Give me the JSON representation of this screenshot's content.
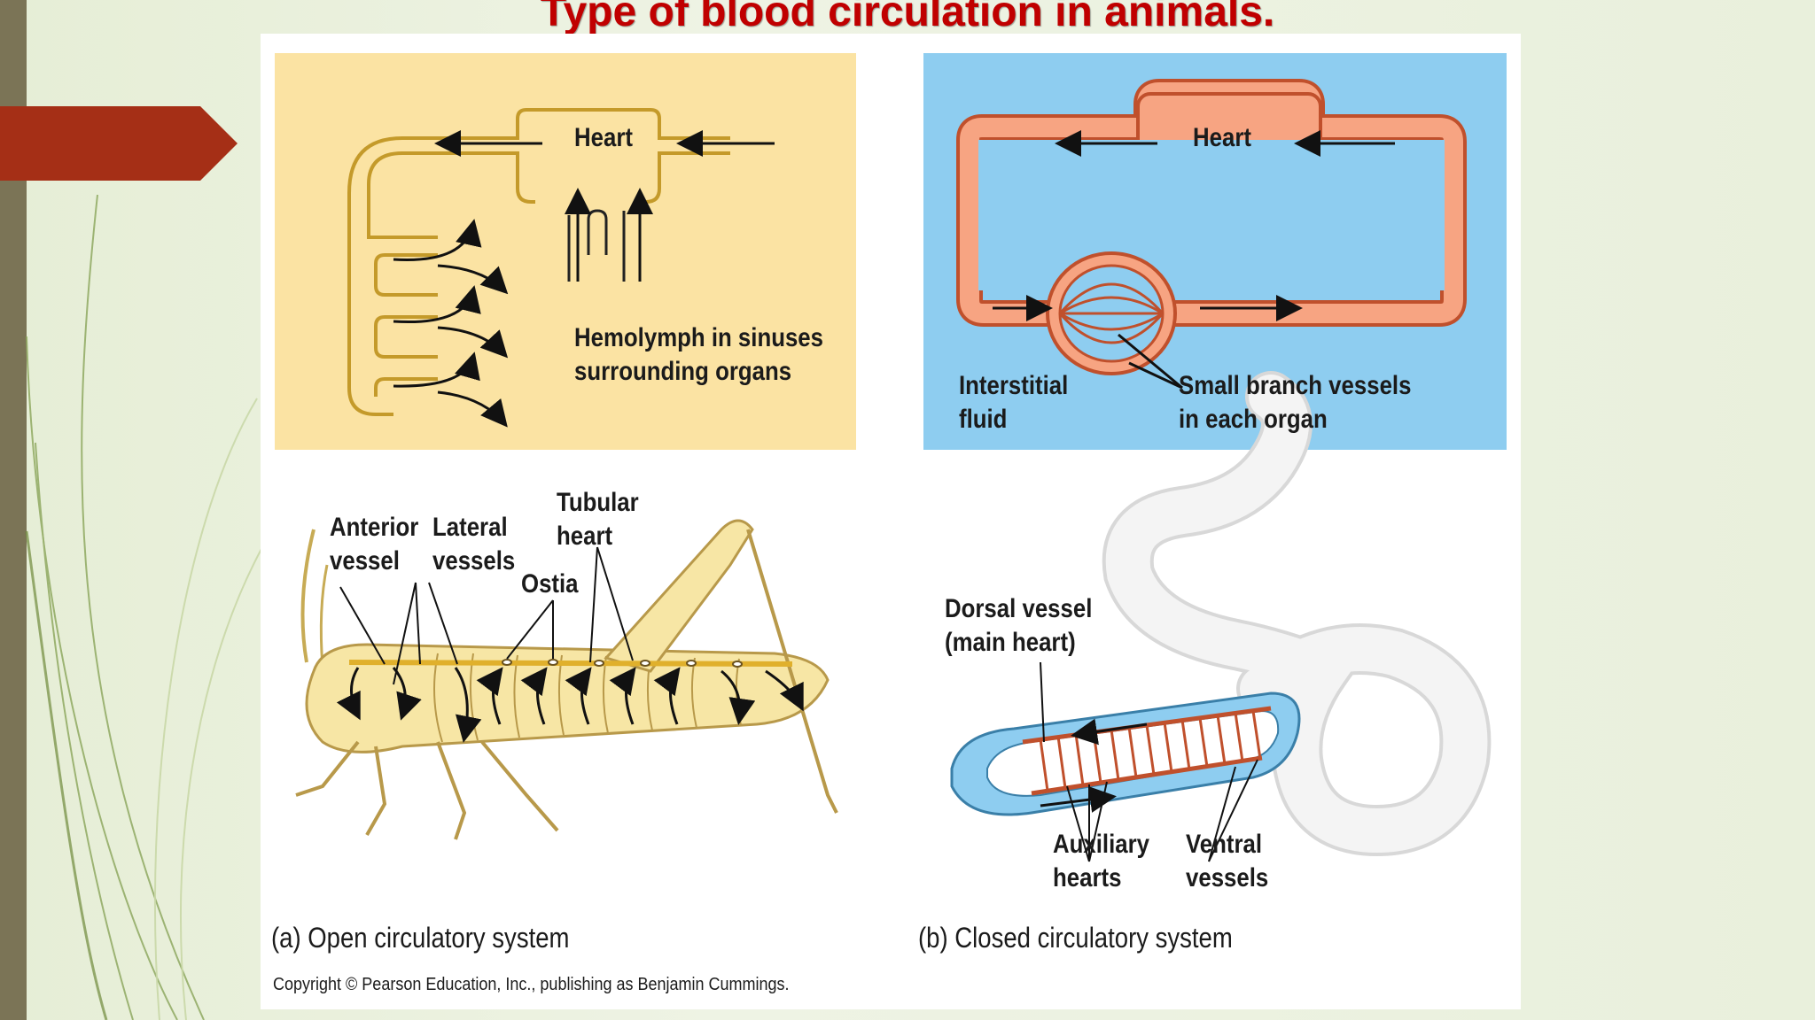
{
  "slide": {
    "title": "Type of  blood circulation in animals."
  },
  "colors": {
    "title": "#c00000",
    "open_panel_bg": "#fbe3a3",
    "closed_panel_bg": "#8ecdf0",
    "vessel_fill": "#f7a482",
    "vessel_stroke": "#c0502c",
    "grasshopper": "#f7e6a5",
    "accent_tab": "#a52f16"
  },
  "open_diagram": {
    "heart_label": "Heart",
    "sinus_label_line1": "Hemolymph in sinuses",
    "sinus_label_line2": "surrounding organs"
  },
  "closed_diagram": {
    "heart_label": "Heart",
    "interstitial_line1": "Interstitial",
    "interstitial_line2": "fluid",
    "branch_line1": "Small branch vessels",
    "branch_line2": "in each organ"
  },
  "grasshopper": {
    "anterior_line1": "Anterior",
    "anterior_line2": "vessel",
    "lateral_line1": "Lateral",
    "lateral_line2": "vessels",
    "tubular_line1": "Tubular",
    "tubular_line2": "heart",
    "ostia": "Ostia"
  },
  "earthworm": {
    "dorsal_line1": "Dorsal vessel",
    "dorsal_line2": "(main heart)",
    "auxiliary_line1": "Auxiliary",
    "auxiliary_line2": "hearts",
    "ventral_line1": "Ventral",
    "ventral_line2": "vessels"
  },
  "captions": {
    "open": "(a) Open circulatory system",
    "closed": "(b) Closed circulatory system",
    "copyright": "Copyright © Pearson Education, Inc., publishing as Benjamin Cummings."
  }
}
